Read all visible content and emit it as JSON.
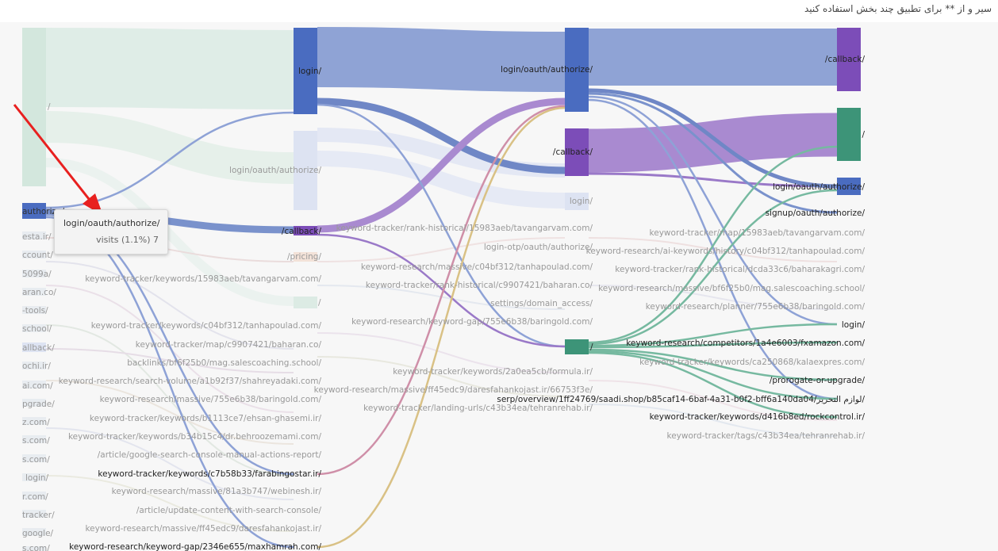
{
  "hint_text": "سیر و از ** برای تطبیق چند بخش استفاده کنید",
  "colors": {
    "blue": "#4a6cc0",
    "purple": "#7c4db8",
    "green": "#3d9478",
    "pale_blue": "#dde3f2",
    "pale_green": "#dcebe4",
    "background": "#f7f7f7"
  },
  "tooltip": {
    "title": "login/oauth/authorize/",
    "metric": "visits (1.1%) 7"
  },
  "nodes": [
    {
      "id": "c0_root",
      "label": "/",
      "color": "#d3e7dd"
    },
    {
      "id": "c0_auth",
      "label": "authorize/",
      "color": "#4a6cc0"
    },
    {
      "id": "c1_login",
      "label": "login/",
      "color": "#4a6cc0"
    },
    {
      "id": "c1_auth",
      "label": "login/oauth/authorize/",
      "color": "#dde3f2"
    },
    {
      "id": "c1_callback",
      "label": "/callback/",
      "color": "#7c4db8"
    },
    {
      "id": "c1_pricing",
      "label": "/pricing/",
      "color": "#f3e2d8"
    },
    {
      "id": "c1_root",
      "label": "/",
      "color": "#dcebe4"
    },
    {
      "id": "c2_auth",
      "label": "login/oauth/authorize/",
      "color": "#4a6cc0"
    },
    {
      "id": "c2_callback",
      "label": "/callback/",
      "color": "#7c4db8"
    },
    {
      "id": "c2_login",
      "label": "login/",
      "color": "#dde3f2"
    },
    {
      "id": "c2_root",
      "label": "/",
      "color": "#3d9478"
    },
    {
      "id": "c3_callback",
      "label": "/callback/",
      "color": "#7c4db8"
    },
    {
      "id": "c3_root",
      "label": "/",
      "color": "#3d9478"
    },
    {
      "id": "c3_auth",
      "label": "login/oauth/authorize/",
      "color": "#4a6cc0"
    },
    {
      "id": "c3_signup",
      "label": "signup/oauth/authorize/",
      "color": "#4a6cc0"
    },
    {
      "id": "c3_login",
      "label": "login/",
      "color": "#4a6cc0"
    }
  ],
  "col0_labels": [
    "esta.ir/",
    "ccount/",
    "5099a/",
    "aran.co/",
    "-tools/",
    "school/",
    "allback/",
    "ochi.ir/",
    "ai.com/",
    "pgrade/",
    "z.com/",
    "s.com/",
    "s.com/",
    "login/",
    "r.com/",
    "tracker/",
    "google/",
    "s.com/"
  ],
  "col1_labels": [
    "keyword-tracker/keywords/15983aeb/tavangarvam.com/",
    "keyword-tracker/keywords/c04bf312/tanhapoulad.com/",
    "keyword-tracker/map/c9907421/baharan.co/",
    "backlinks/bf6f25b0/mag.salescoaching.school/",
    "keyword-research/search-volume/a1b92f37/shahreyadaki.com/",
    "keyword-research/massive/755e6b38/baringold.com/",
    "keyword-tracker/keywords/b1113ce7/ehsan-ghasemi.ir/",
    "keyword-tracker/keywords/b34b15c4/dr.behroozemami.com/",
    "/article/google-search-console-manual-actions-report/",
    "keyword-tracker/keywords/c7b58b33/farabingostar.ir/",
    "keyword-research/massive/81a3b747/webinesh.ir/",
    "/article/update-content-with-search-console/",
    "keyword-research/massive/ff45edc9/daresfahankojast.ir/",
    "keyword-research/keyword-gap/2346e655/maxhamrah.com/"
  ],
  "col2_labels": [
    "keyword-tracker/rank-historical/15983aeb/tavangarvam.com/",
    "login-otp/oauth/authorize/",
    "keyword-research/massive/c04bf312/tanhapoulad.com/",
    "keyword-tracker/rank-historical/c9907421/baharan.co/",
    "settings/domain_access/",
    "keyword-research/keyword-gap/755e6b38/baringold.com/",
    "keyword-tracker/keywords/2a0ea5cb/formula.ir/",
    "keyword-research/massive/ff45edc9/daresfahankojast.ir/66753f3e/",
    "keyword-tracker/landing-urls/c43b34ea/tehranrehab.ir/"
  ],
  "col2_serp_label": "serp/overview/1ff24769/saadi.shop/b85caf14-6baf-4a31-b0f2-bff6a140da04/لوازم التحریر/",
  "col3_labels": [
    "keyword-tracker/map/15983aeb/tavangarvam.com/",
    "keyword-research/ai-keywords/history/c04bf312/tanhapoulad.com/",
    "keyword-tracker/rank-historical/dcda33c6/baharakagri.com/",
    "keyword-research/massive/bf6f25b0/mag.salescoaching.school/",
    "keyword-research/planner/755e6b38/baringold.com/",
    "keyword-research/competitors/1a4e6003/fxamazon.com/",
    "keyword-tracker/keywords/ca250868/kalaexpres.com/",
    "/prorogate-or-upgrade/",
    "keyword-tracker/keywords/d416b8ed/rockcontrol.ir/",
    "keyword-tracker/tags/c43b34ea/tehranrehab.ir/"
  ]
}
